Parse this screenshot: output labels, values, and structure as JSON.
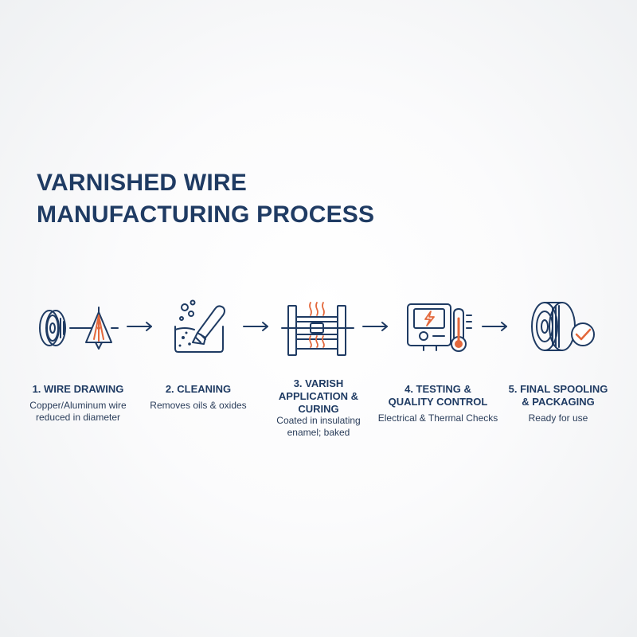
{
  "title": {
    "line1": "VARNISHED WIRE",
    "line2": "MANUFACTURING PROCESS"
  },
  "colors": {
    "primary": "#1f3b63",
    "accent": "#e3683c",
    "text": "#2a3d5a"
  },
  "steps": [
    {
      "icon": "wire-drawing-icon",
      "title": "1. WIRE DRAWING",
      "description": "Copper/Aluminum wire reduced in diameter"
    },
    {
      "icon": "cleaning-icon",
      "title": "2. CLEANING",
      "description": "Removes oils & oxides"
    },
    {
      "icon": "varnish-curing-icon",
      "title": "3. VARISH APPLICATION & CURING",
      "description": "Coated in insulating enamel; baked"
    },
    {
      "icon": "testing-icon",
      "title": "4. TESTING & QUALITY CONTROL",
      "description": "Electrical & Thermal Checks"
    },
    {
      "icon": "spool-package-icon",
      "title": "5. FINAL SPOOLING & PACKAGING",
      "description": "Ready for use"
    }
  ]
}
